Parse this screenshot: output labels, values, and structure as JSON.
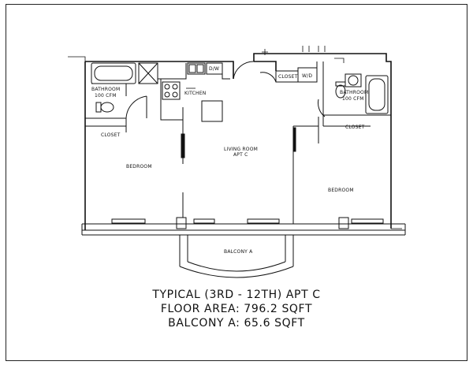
{
  "rooms": {
    "bathroom_left": "BATHROOM",
    "bathroom_left_cfm": "100 CFM",
    "kitchen": "KITCHEN",
    "dishwasher": "D/W",
    "closet_left": "CLOSET",
    "bedroom_left": "BEDROOM",
    "living_room": "LIVING ROOM",
    "living_room_sub": "APT C",
    "closet_entry": "CLOSET",
    "washer_dryer": "W/D",
    "bathroom_right": "BATHROOM",
    "bathroom_right_cfm": "100 CFM",
    "closet_right": "CLOSET",
    "bedroom_right": "BEDROOM",
    "balcony": "BALCONY A"
  },
  "caption": {
    "line1": "TYPICAL (3RD - 12TH) APT C",
    "line2": "FLOOR AREA: 796.2 SQFT",
    "line3": "BALCONY A: 65.6 SQFT"
  }
}
